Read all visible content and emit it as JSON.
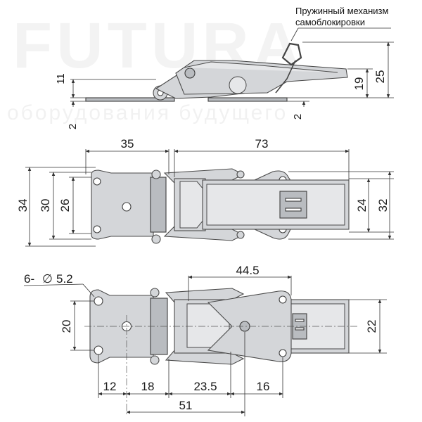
{
  "watermark": {
    "brand": "FUTURA",
    "tagline": "оборудования будущего"
  },
  "annotation": {
    "line1": "Пружинный механизм",
    "line2": "самоблокировки"
  },
  "side_view": {
    "dims": {
      "left_height": "11",
      "left_thickness": "2",
      "right_thickness": "2",
      "hook_height": "19",
      "total_height": "25"
    }
  },
  "top_view": {
    "dims": {
      "base_length": "35",
      "latch_length": "73",
      "outer_height": "34",
      "middle_height": "30",
      "inner_height": "26",
      "keeper_inner": "24",
      "keeper_outer": "32"
    }
  },
  "bottom_view": {
    "dims": {
      "holes": "6-",
      "diameter_symbol": "∅",
      "hole_diameter": "5.2",
      "plate_length": "44.5",
      "hole_spacing": "20",
      "keeper_width": "22",
      "seg_a": "12",
      "seg_b": "18",
      "seg_c": "23.5",
      "seg_d": "16",
      "overall": "51"
    }
  }
}
